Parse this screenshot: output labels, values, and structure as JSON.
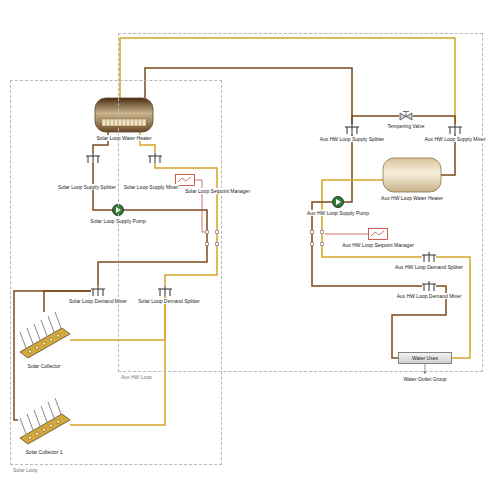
{
  "diagram": {
    "nodes": [
      {
        "text": [
          "Solar Loop"
        ]
      },
      {
        "text": [
          "Solar Loop Water Heater"
        ],
        "in": 0
      },
      {
        "text": [
          "Solar Loop Supply Splitter"
        ],
        "in": 0
      },
      {
        "text": [
          "Solar Loop Supply Mixer"
        ],
        "in": 0
      },
      {
        "text": [
          "Solar Loop Setpoint Manager"
        ],
        "in": 0
      },
      {
        "text": [
          "Solar Loop Supply Pump"
        ],
        "in": 0
      },
      {
        "text": [
          "Solar Loop Demand Mixer"
        ],
        "in": 0
      },
      {
        "text": [
          "Solar Loop Demand Splitter"
        ],
        "in": 0
      },
      {
        "text": [
          "Solar Collector"
        ],
        "in": 0
      },
      {
        "text": [
          "Solar Collector 1"
        ],
        "in": 0
      },
      {
        "text": [
          "Aux HW Loop"
        ]
      },
      {
        "text": [
          "Aux HW Loop Supply Splitter"
        ],
        "in": 10
      },
      {
        "text": [
          "Tempering Valve"
        ],
        "in": 10
      },
      {
        "text": [
          "Aux HW Loop Supply Mixer"
        ],
        "in": 10
      },
      {
        "text": [
          "Aux HW Loop Water Heater"
        ],
        "in": 10
      },
      {
        "text": [
          "Aux HW Loop Supply Pump"
        ],
        "in": 10
      },
      {
        "text": [
          "Aux HW Loop Setpoint Manager"
        ],
        "in": 10
      },
      {
        "text": [
          "Aux HW Loop Demand Splitter"
        ],
        "in": 10
      },
      {
        "text": [
          "Aux HW Loop Demand Mixer"
        ],
        "in": 10
      },
      {
        "text": [
          "Water Uses"
        ],
        "in": 10
      }
    ],
    "edges": [
      {
        "from": 5,
        "to": 2,
        "arrow": "none"
      },
      {
        "from": 2,
        "to": 1,
        "arrow": "none"
      },
      {
        "from": 1,
        "to": 3,
        "arrow": "none"
      },
      {
        "from": 3,
        "to": 7,
        "arrow": "none"
      },
      {
        "from": 7,
        "to": 8,
        "arrow": "none"
      },
      {
        "from": 7,
        "to": 9,
        "arrow": "none"
      },
      {
        "from": 8,
        "to": 6,
        "arrow": "none"
      },
      {
        "from": 9,
        "to": 6,
        "arrow": "none"
      },
      {
        "from": 6,
        "to": 5,
        "arrow": "none"
      },
      {
        "from": 15,
        "to": 11,
        "arrow": "none"
      },
      {
        "from": 11,
        "to": 12,
        "arrow": "none"
      },
      {
        "from": 11,
        "to": 1,
        "arrow": "none"
      },
      {
        "from": 1,
        "to": 13,
        "arrow": "none"
      },
      {
        "from": 12,
        "to": 13,
        "arrow": "none"
      },
      {
        "from": 13,
        "to": 14,
        "arrow": "none"
      },
      {
        "from": 14,
        "to": 17,
        "arrow": "none"
      },
      {
        "from": 17,
        "to": 19,
        "arrow": "none"
      },
      {
        "from": 19,
        "to": 18,
        "arrow": "none"
      },
      {
        "from": 18,
        "to": 15,
        "arrow": "none"
      }
    ],
    "labels": [
      "Water Outlet Group"
    ]
  }
}
